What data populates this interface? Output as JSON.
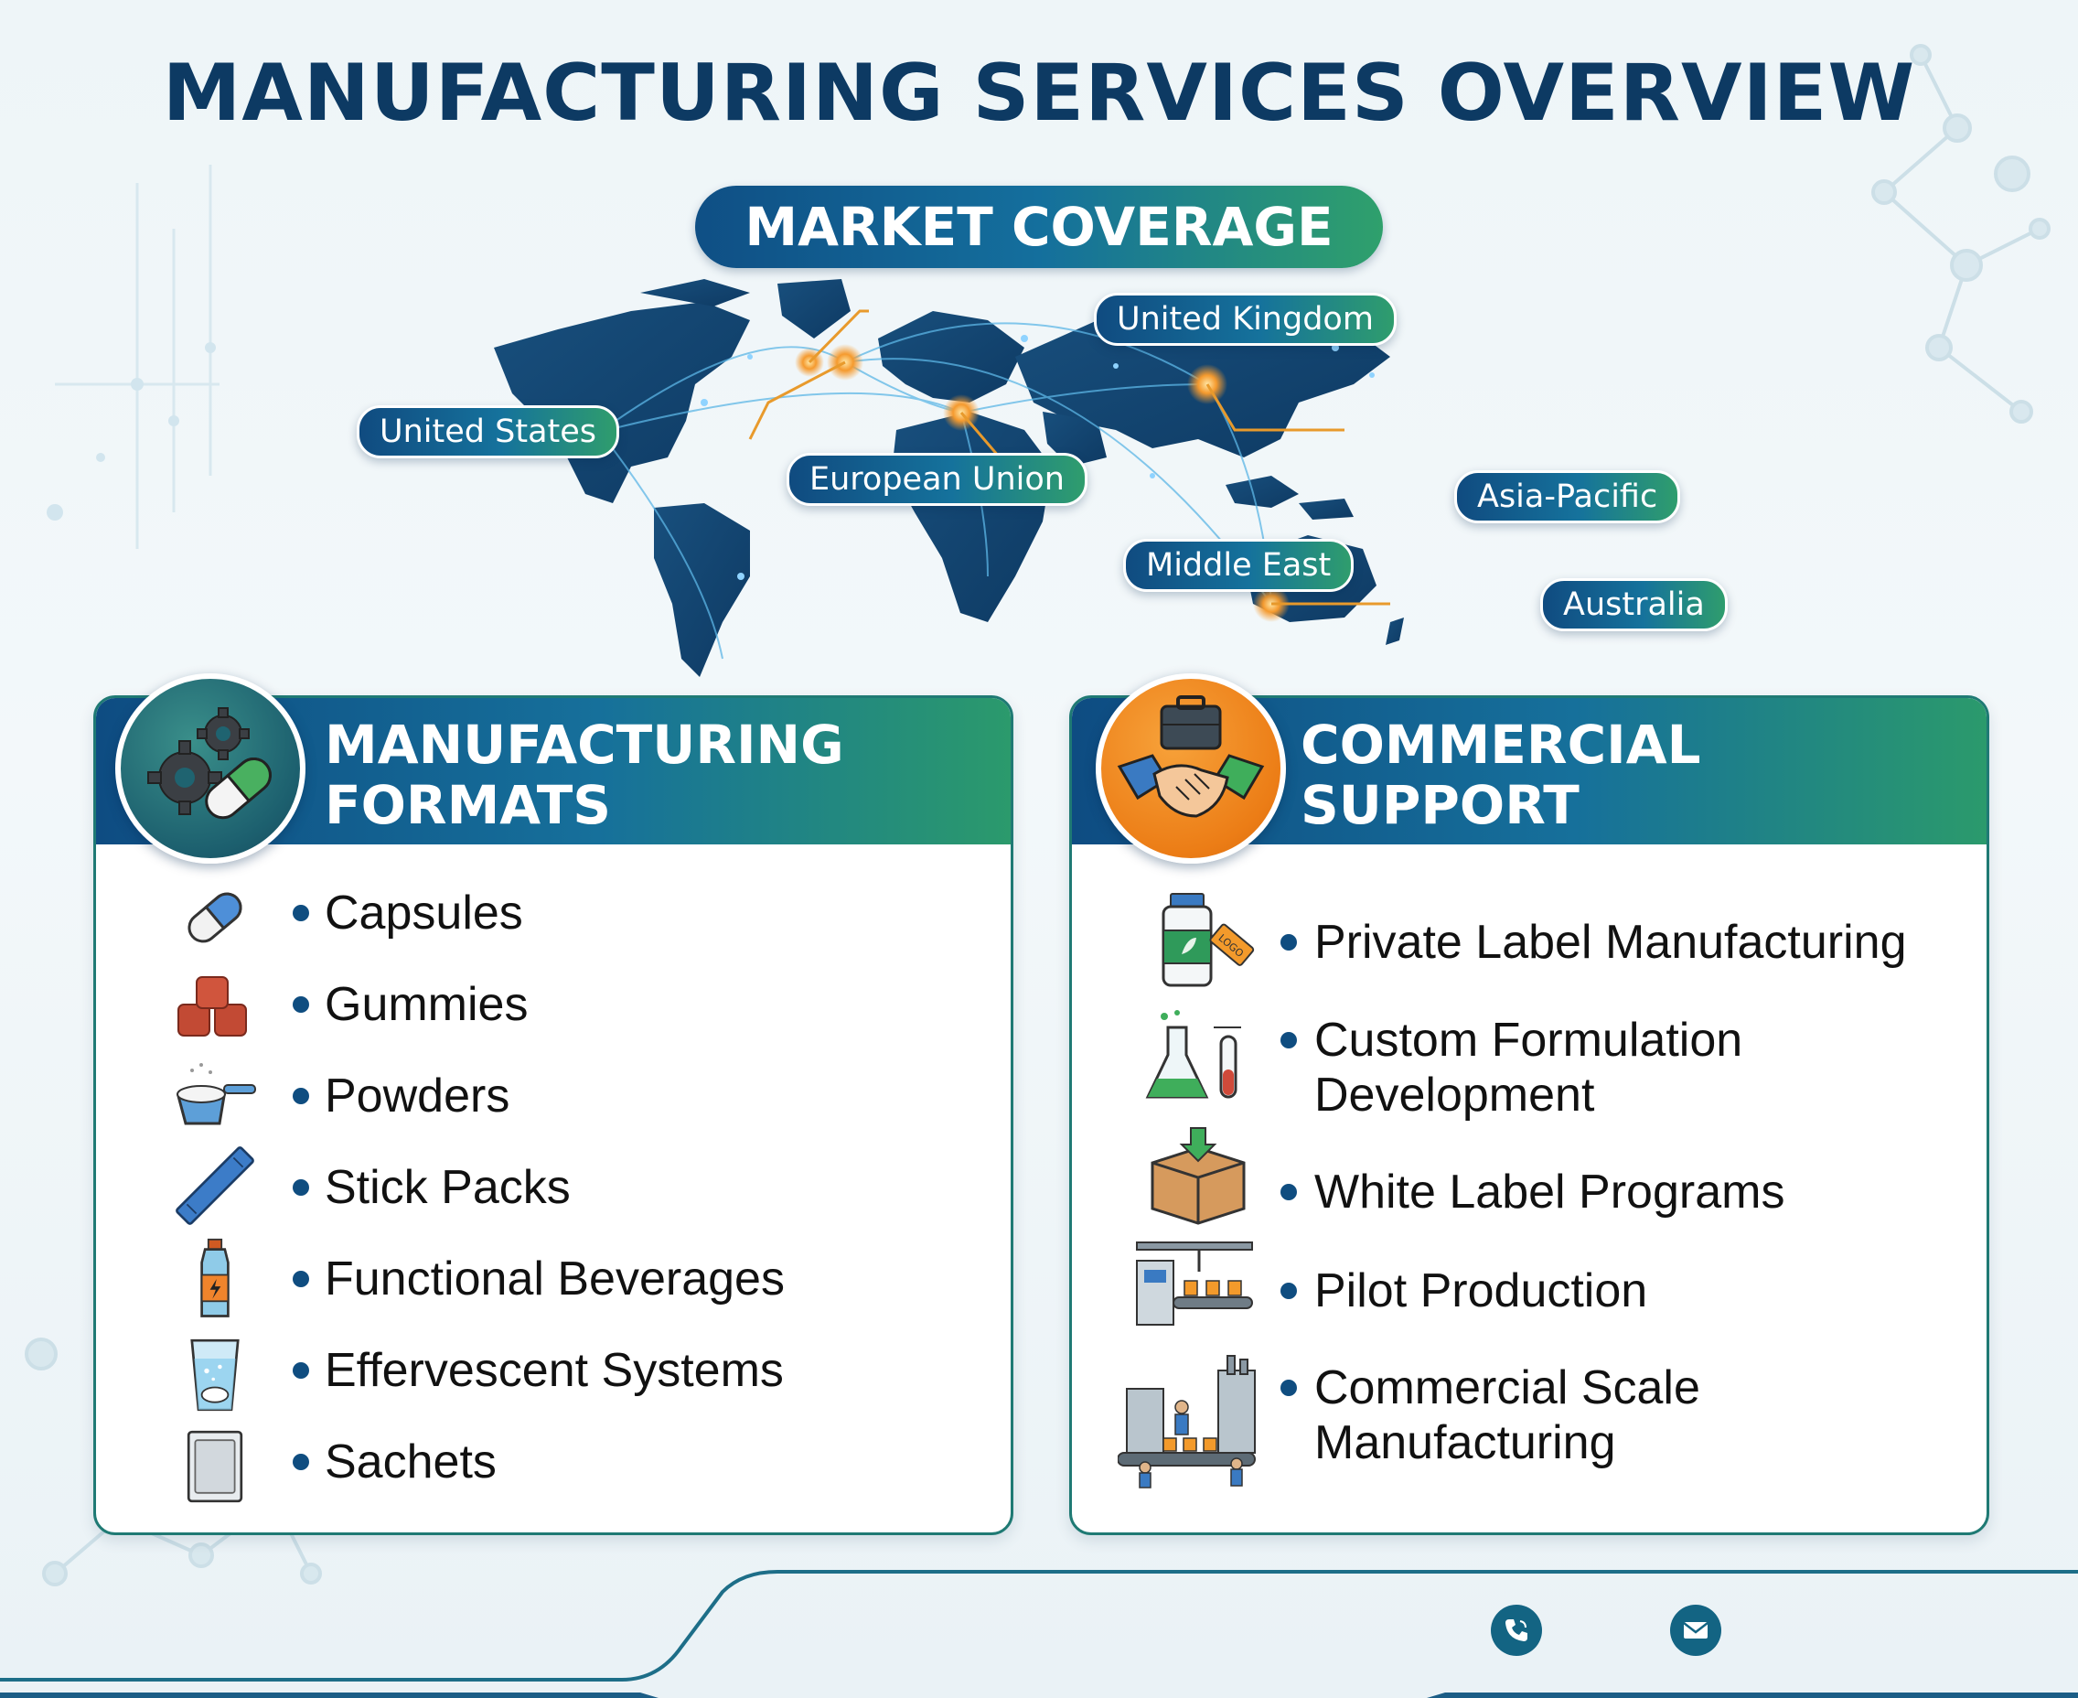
{
  "header": {
    "title": "MANUFACTURING SERVICES OVERVIEW"
  },
  "market": {
    "heading": "MARKET COVERAGE",
    "regions": [
      "United States",
      "United Kingdom",
      "European Union",
      "Asia-Pacific",
      "Middle East",
      "Australia"
    ]
  },
  "formats": {
    "title_line1": "MANUFACTURING",
    "title_line2": "FORMATS",
    "items": [
      "Capsules",
      "Gummies",
      "Powders",
      "Stick Packs",
      "Functional Beverages",
      "Effervescent Systems",
      "Sachets"
    ]
  },
  "commercial": {
    "title_line1": "COMMERCIAL",
    "title_line2": "SUPPORT",
    "items": [
      {
        "line1": "Private Label Manufacturing",
        "line2": ""
      },
      {
        "line1": "Custom Formulation",
        "line2": "Development"
      },
      {
        "line1": "White Label Programs",
        "line2": ""
      },
      {
        "line1": "Pilot Production",
        "line2": ""
      },
      {
        "line1": "Commercial Scale",
        "line2": "Manufacturing"
      }
    ],
    "logo_tag": "LOGO"
  },
  "footer": {
    "icons": [
      "phone-icon",
      "email-icon"
    ]
  },
  "colors": {
    "navy": "#0d3a63",
    "teal": "#16709b",
    "green": "#2b9a6c",
    "orange": "#f39a2b"
  }
}
